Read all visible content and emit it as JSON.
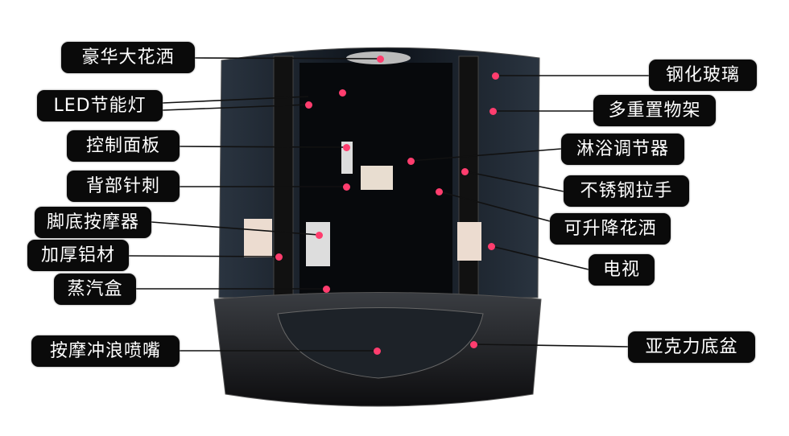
{
  "product": "shower-room",
  "accent_color": "#ff3d6e",
  "labels_left": [
    {
      "text": "豪华大花洒"
    },
    {
      "text": "LED节能灯"
    },
    {
      "text": "控制面板"
    },
    {
      "text": "背部针刺"
    },
    {
      "text": "脚底按摩器"
    },
    {
      "text": "加厚铝材"
    },
    {
      "text": "蒸汽盒"
    },
    {
      "text": "按摩冲浪喷嘴"
    }
  ],
  "labels_right": [
    {
      "text": "钢化玻璃"
    },
    {
      "text": "多重置物架"
    },
    {
      "text": "淋浴调节器"
    },
    {
      "text": "不锈钢拉手"
    },
    {
      "text": "可升降花洒"
    },
    {
      "text": "电视"
    },
    {
      "text": "亚克力底盆"
    }
  ]
}
